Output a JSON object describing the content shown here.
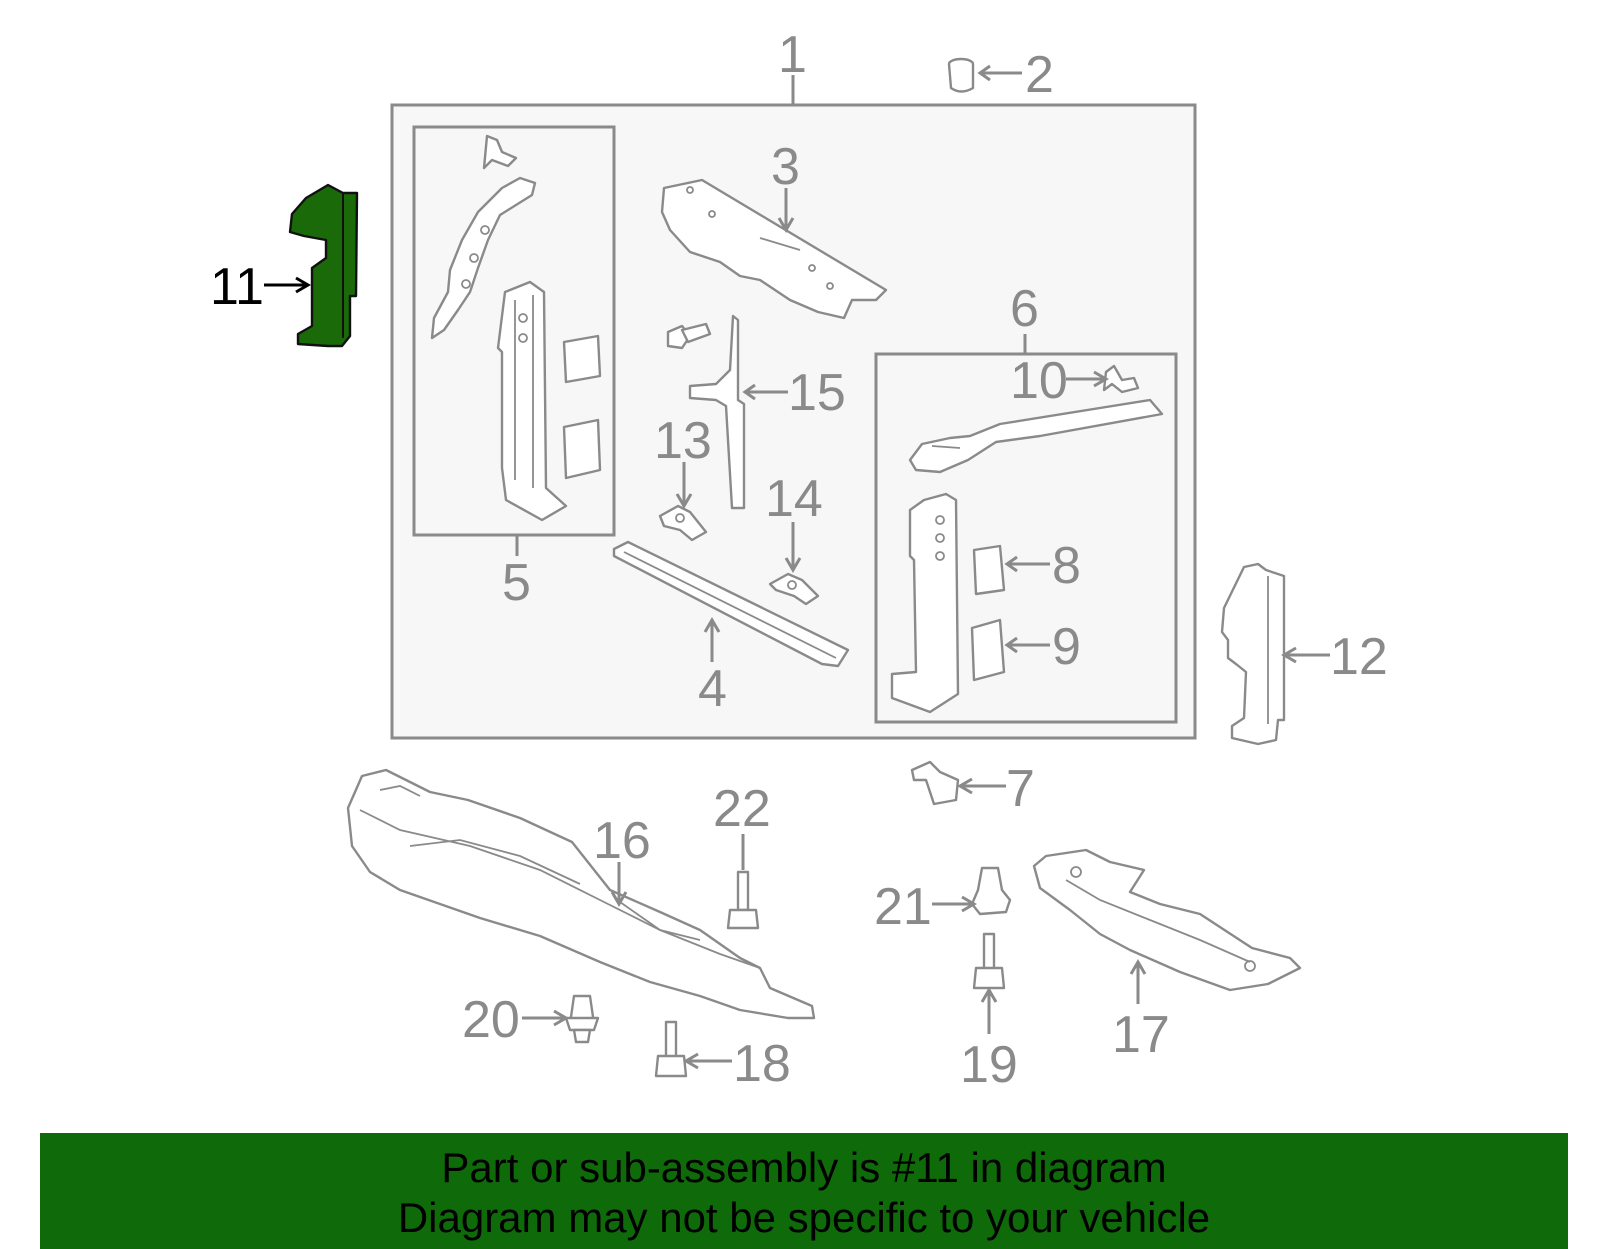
{
  "diagram": {
    "callouts": {
      "n1": "1",
      "n2": "2",
      "n3": "3",
      "n4": "4",
      "n5": "5",
      "n6": "6",
      "n7": "7",
      "n8": "8",
      "n9": "9",
      "n10": "10",
      "n11": "11",
      "n12": "12",
      "n13": "13",
      "n14": "14",
      "n15": "15",
      "n16": "16",
      "n17": "17",
      "n18": "18",
      "n19": "19",
      "n20": "20",
      "n21": "21",
      "n22": "22"
    },
    "highlighted_part": "11",
    "colors": {
      "highlight": "#1a6a0a",
      "line": "#8a8a8a",
      "banner": "#0f6a0a"
    }
  },
  "banner": {
    "line1": "Part or sub-assembly is #11 in diagram",
    "line2": "Diagram may not be specific to your vehicle"
  }
}
